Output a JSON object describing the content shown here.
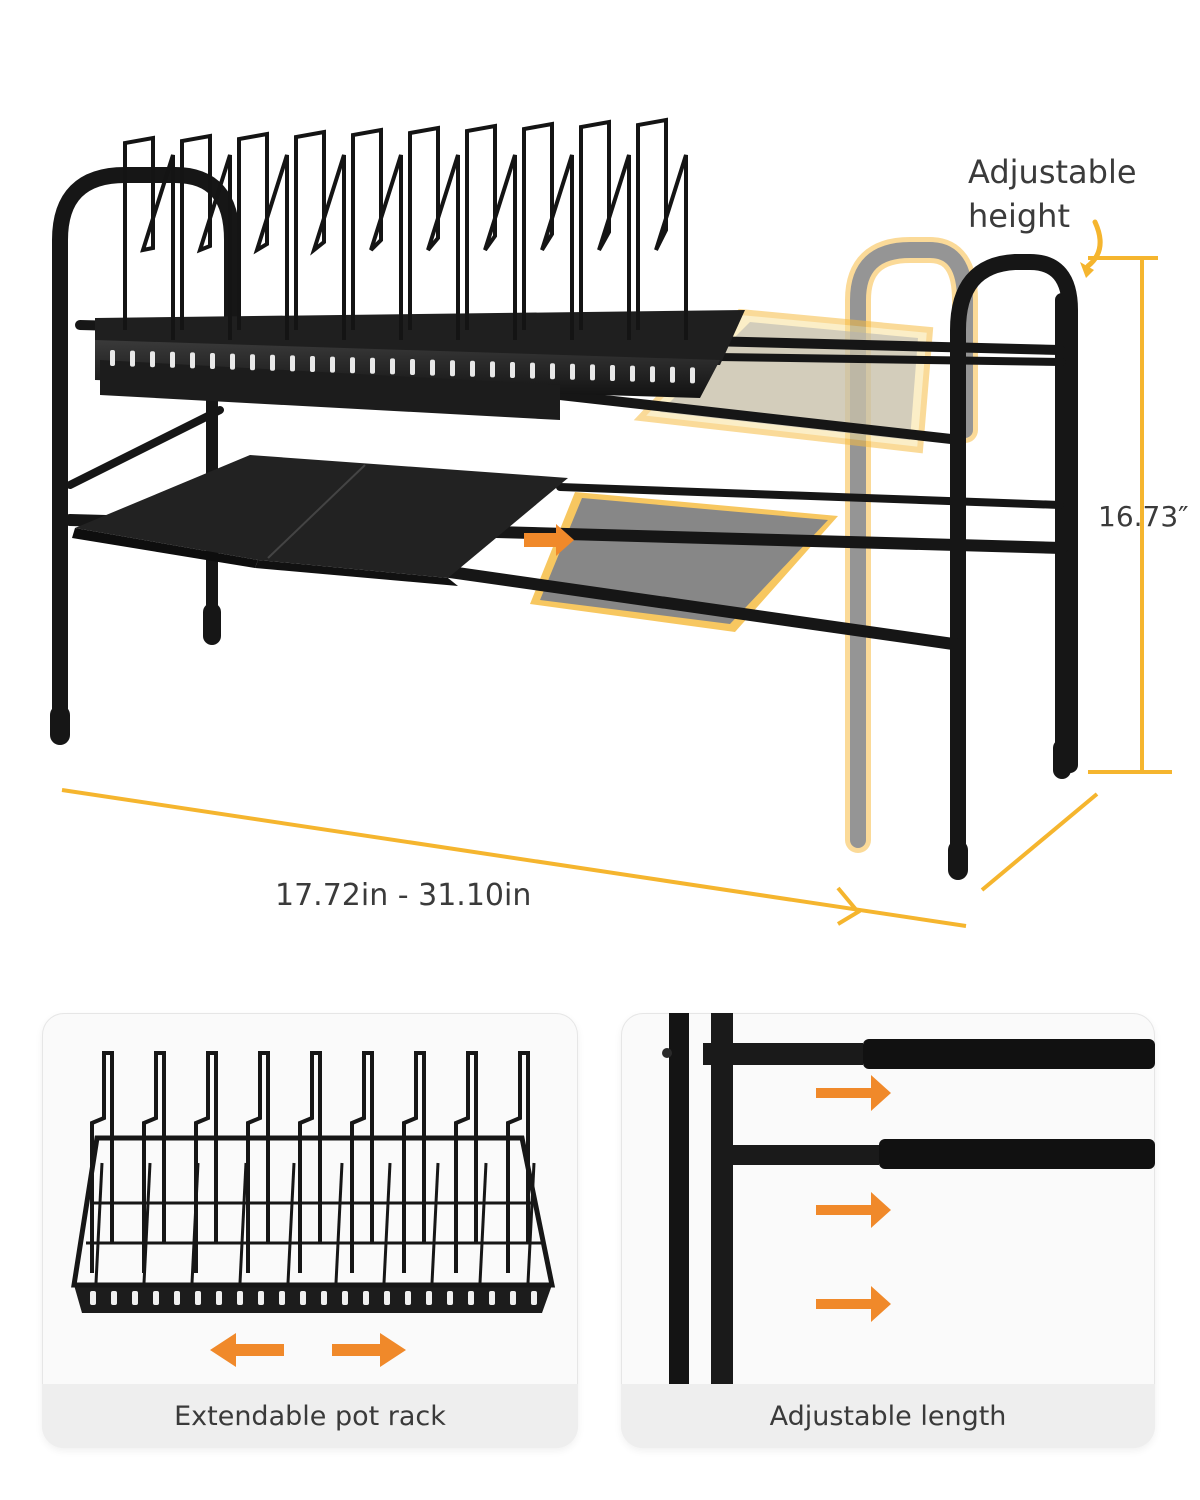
{
  "labels": {
    "adjustable_height_line1": "Adjustable",
    "adjustable_height_line2": "height",
    "height_dimension": "16.73″",
    "width_dimension": "17.72in - 31.10in"
  },
  "panels": [
    {
      "caption": "Extendable pot rack"
    },
    {
      "caption": "Adjustable length"
    }
  ],
  "colors": {
    "accent_yellow": "#f5b52e",
    "arrow_orange": "#f0892a",
    "rack_black": "#1a1a1a",
    "ghost_gray": "#8a8a8a"
  }
}
